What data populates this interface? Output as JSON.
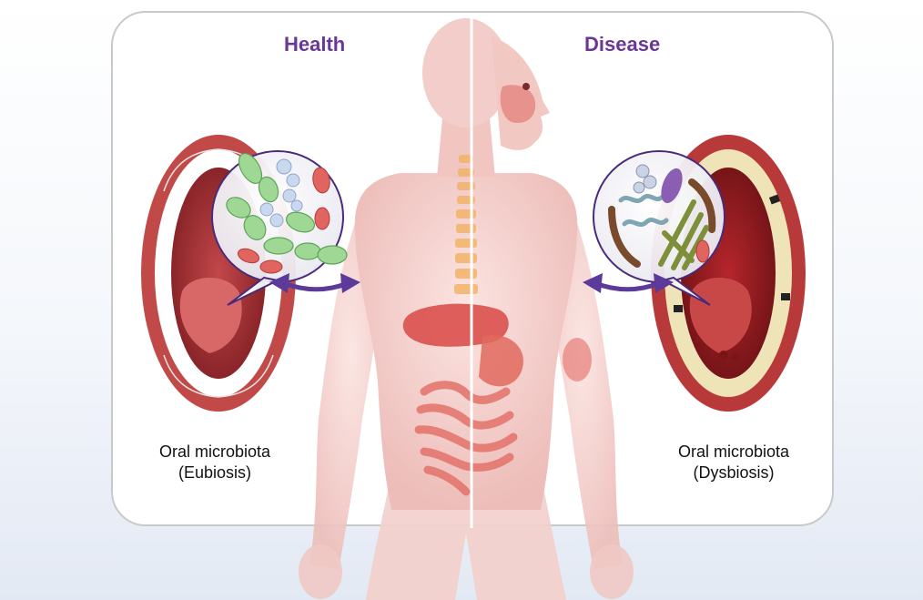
{
  "headings": {
    "health": "Health",
    "disease": "Disease"
  },
  "captions": {
    "left_line1": "Oral microbiota",
    "left_line2": "(Eubiosis)",
    "right_line1": "Oral microbiota",
    "right_line2": "(Dysbiosis)"
  },
  "colors": {
    "heading": "#6a3796",
    "arrow": "#5b3a9a",
    "body": "#f1c9c6",
    "gum": "#b9403f",
    "tooth_healthy": "#ffffff",
    "tooth_decayed": "#efe3b8",
    "bacteria_green": "#8fcf8a",
    "bacteria_red": "#d9534f",
    "bacteria_brown": "#7a4a2c",
    "bacteria_olive": "#7e8f3a"
  }
}
